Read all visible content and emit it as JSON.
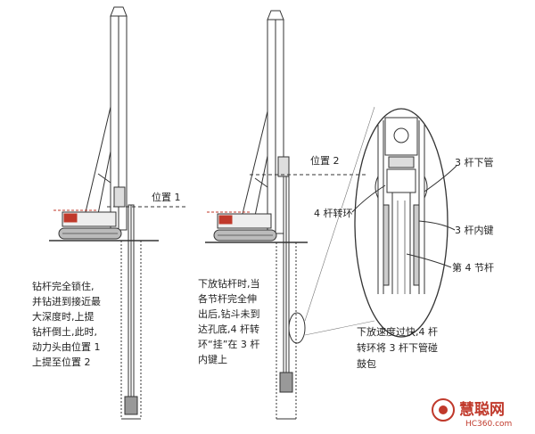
{
  "labels": {
    "pos1": "位置 1",
    "pos2": "位置 2",
    "rod3_lower_tube": "3 杆下管",
    "ring4": "4 杆转环",
    "rod3_inner_key": "3 杆内键",
    "rod4_section": "第 4 节杆"
  },
  "notes": {
    "left": [
      "钻杆完全锁住,",
      "并钻进到接近最",
      "大深度时,上提",
      "钻杆倒土,此时,",
      "动力头由位置 1",
      "上提至位置 2"
    ],
    "middle": [
      "下放钻杆时,当",
      "各节杆完全伸",
      "出后,钻斗未到",
      "达孔底,4 杆转",
      "环“挂”在 3 杆",
      "内键上"
    ],
    "right": [
      "下放速度过快,4 杆",
      "转环将 3 杆下管碰",
      "鼓包"
    ]
  },
  "watermark": {
    "brand": "慧聪网",
    "site": "HC360.com"
  },
  "colors": {
    "line": "#333333",
    "machine_red": "#c0392b",
    "watermark": "#c0392b"
  }
}
